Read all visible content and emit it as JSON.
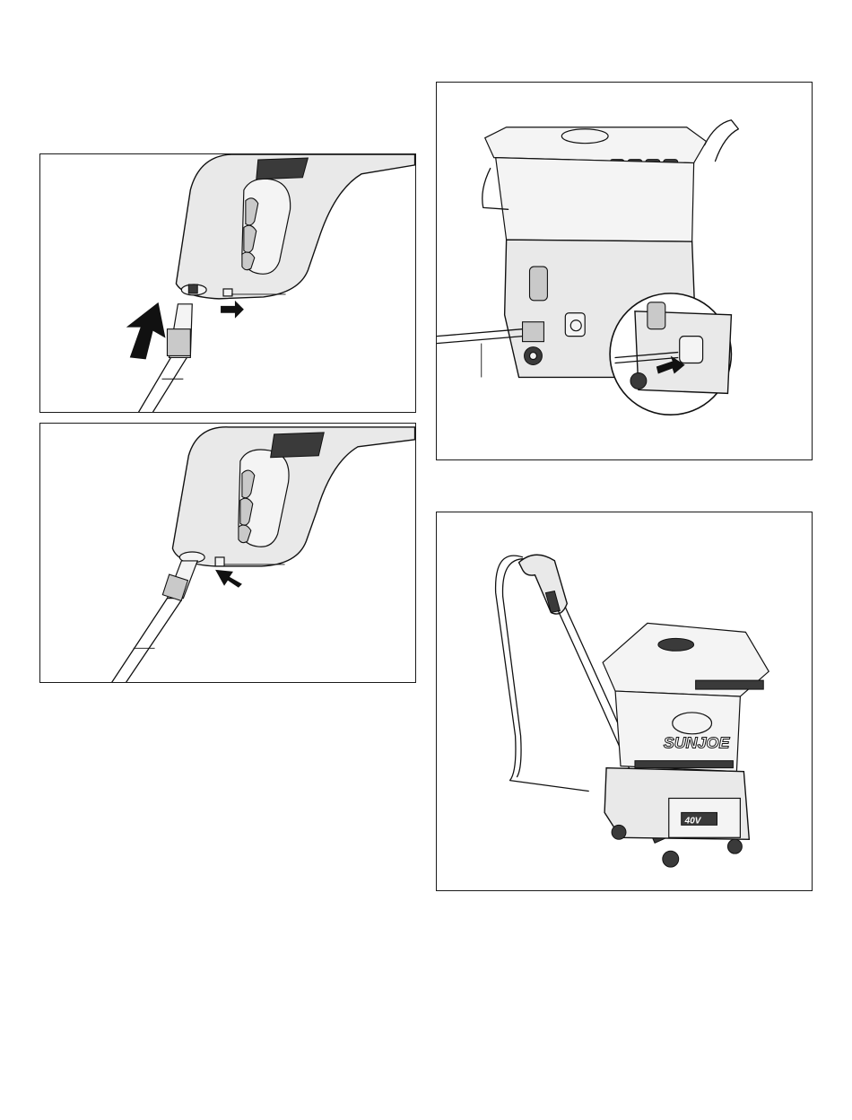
{
  "figures": [
    {
      "id": "panel-a",
      "illustration": "trigger-gun-quick-connect-insert"
    },
    {
      "id": "panel-b",
      "illustration": "trigger-gun-quick-connect-locked"
    },
    {
      "id": "panel-c",
      "illustration": "hose-attach-to-pressure-washer-outlet"
    },
    {
      "id": "panel-d",
      "illustration": "assembled-pressure-washer"
    }
  ],
  "brand": {
    "logo_text": "SUNJOE",
    "badge_text": "40V"
  }
}
